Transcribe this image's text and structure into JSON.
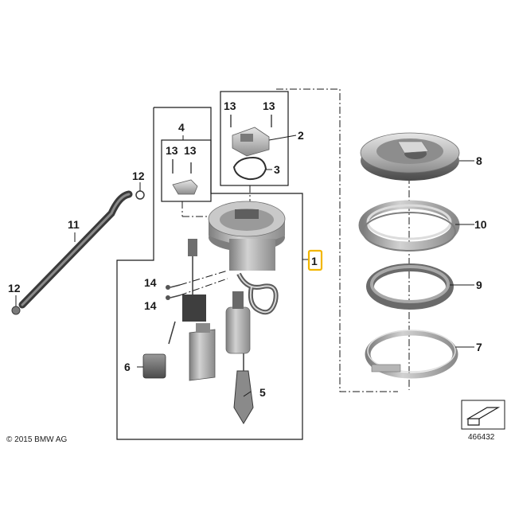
{
  "diagram": {
    "part_labels": {
      "p1": "1",
      "p2": "2",
      "p3": "3",
      "p4": "4",
      "p5": "5",
      "p6": "6",
      "p7": "7",
      "p8": "8",
      "p9": "9",
      "p10": "10",
      "p11": "11",
      "p12a": "12",
      "p12b": "12",
      "p13a": "13",
      "p13b": "13",
      "p13c": "13",
      "p13d": "13",
      "p14a": "14",
      "p14b": "14"
    },
    "copyright": "© 2015 BMW AG",
    "diagram_number": "466432",
    "colors": {
      "highlight": "#f2b600",
      "part_fill": "#c8c8c8",
      "part_shadow": "#8a8a8a",
      "line": "#1a1a1a"
    }
  }
}
